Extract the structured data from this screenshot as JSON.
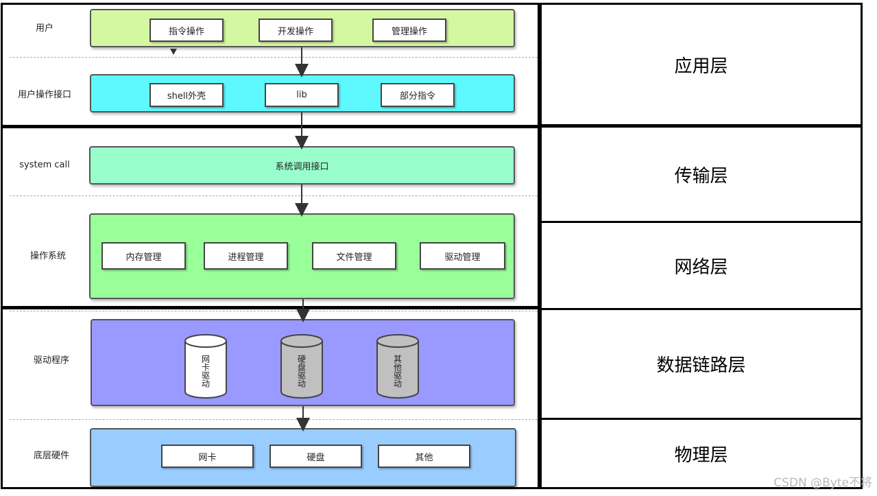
{
  "rows": {
    "user": {
      "label": "用户",
      "items": [
        "指令操作",
        "开发操作",
        "管理操作"
      ]
    },
    "user_interface": {
      "label": "用户操作接口",
      "items": [
        "shell外壳",
        "lib",
        "部分指令"
      ]
    },
    "system_call": {
      "label": "system call",
      "band_text": "系统调用接口"
    },
    "os": {
      "label": "操作系统",
      "items": [
        "内存管理",
        "进程管理",
        "文件管理",
        "驱动管理"
      ]
    },
    "drivers": {
      "label": "驱动程序",
      "cylinders": [
        {
          "text": "网卡驱动",
          "fill": "#ffffff"
        },
        {
          "text": "硬盘驱动",
          "fill": "#c0c0c0"
        },
        {
          "text": "其他驱动",
          "fill": "#c0c0c0"
        }
      ]
    },
    "hardware": {
      "label": "底层硬件",
      "items": [
        "网卡",
        "硬盘",
        "其他"
      ]
    }
  },
  "layers": [
    "应用层",
    "传输层",
    "网络层",
    "数据链路层",
    "物理层"
  ],
  "watermark": "CSDN @Byte不将",
  "colors": {
    "user": "#d4f7a2",
    "user_interface": "#5ef9ff",
    "system_call": "#98ffcc",
    "os": "#99ff99",
    "drivers": "#9999ff",
    "hardware": "#99ccff"
  }
}
